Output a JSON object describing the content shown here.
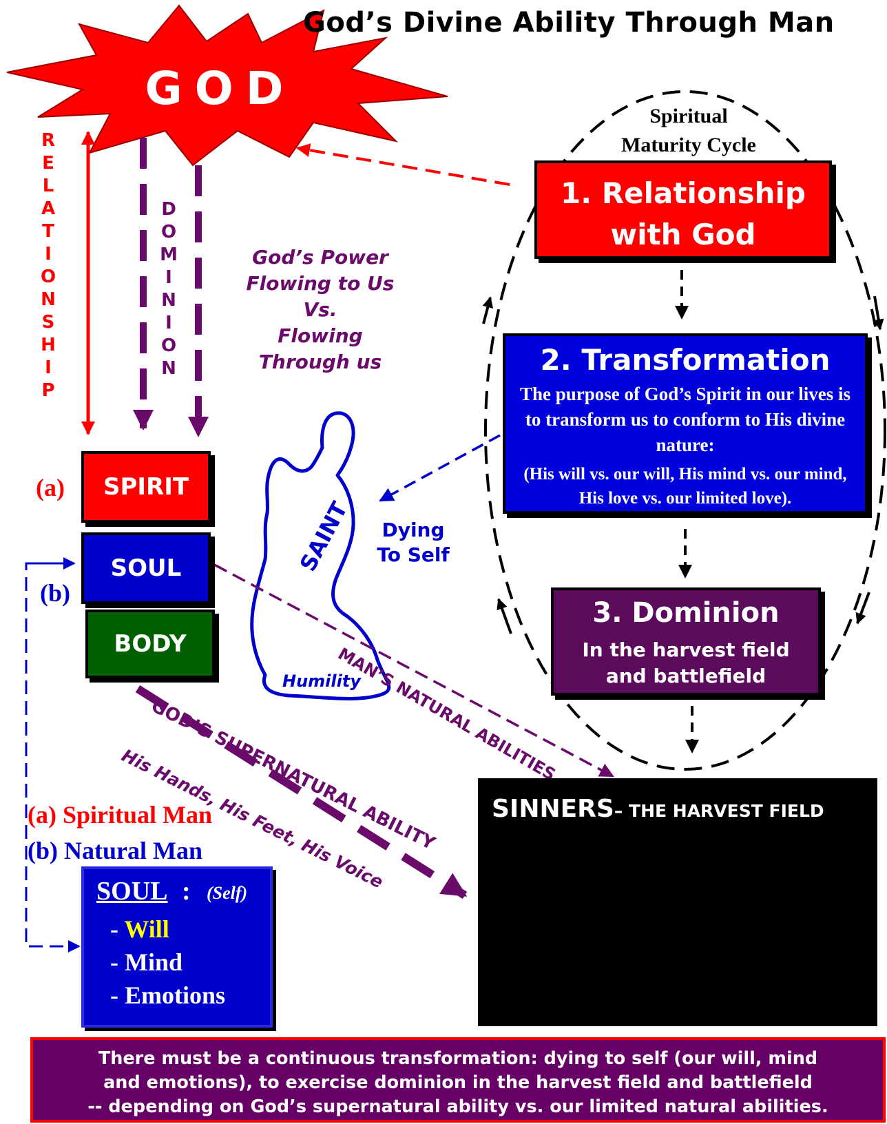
{
  "title": "God’s Divine Ability Through Man",
  "god": "GOD",
  "relationship_word": "RELATIONSHIP",
  "dominion_word": "DOMINION",
  "power_text": [
    "God’s Power",
    "Flowing to Us",
    "Vs.",
    "Flowing",
    "Through us"
  ],
  "being": {
    "spirit": "SPIRIT",
    "soul": "SOUL",
    "body": "BODY",
    "label_a": "(a)",
    "label_b": "(b)"
  },
  "saint": {
    "label": "SAINT",
    "humility": "Humility",
    "dying_to_self": [
      "Dying",
      "To Self"
    ]
  },
  "cycle": {
    "label": [
      "Spiritual",
      "Maturity Cycle"
    ],
    "step1": [
      "1. Relationship",
      "with God"
    ],
    "step2_title": "2. Transformation",
    "step2_body": "The  purpose of God’s  Spirit  in our lives  is to transform us to conform to His  divine  nature:",
    "step2_note": "(His will vs. our will, His mind vs. our mind,  His love vs. our limited love).",
    "step3_title": "3. Dominion",
    "step3_sub": [
      "In the harvest  field",
      "and battlefield"
    ]
  },
  "flows": {
    "natural": "MAN’S NATURAL ABILITIES",
    "supernatural": "GOD’S SUPERNATURAL ABILITY",
    "hands": "His Hands, His Feet, His Voice"
  },
  "legend": {
    "spiritual_man": "(a) Spiritual Man",
    "natural_man": "(b) Natural Man"
  },
  "soul_detail": {
    "heading": "SOUL",
    "colon": ":",
    "self": "(Self)",
    "items": [
      "Will",
      "Mind",
      "Emotions"
    ]
  },
  "harvest": {
    "title": "SINNERS",
    "subtitle": "– THE HARVEST FIELD"
  },
  "summary": [
    "There must be a continuous transformation: dying to self (our will, mind",
    "and emotions), to exercise dominion in the harvest field and battlefield",
    "-- depending on God’s supernatural ability vs. our limited natural abilities."
  ],
  "colors": {
    "red": "#ff0000",
    "blue": "#0000cc",
    "purple": "#6a0a6a",
    "green": "#006000",
    "black": "#000000"
  }
}
